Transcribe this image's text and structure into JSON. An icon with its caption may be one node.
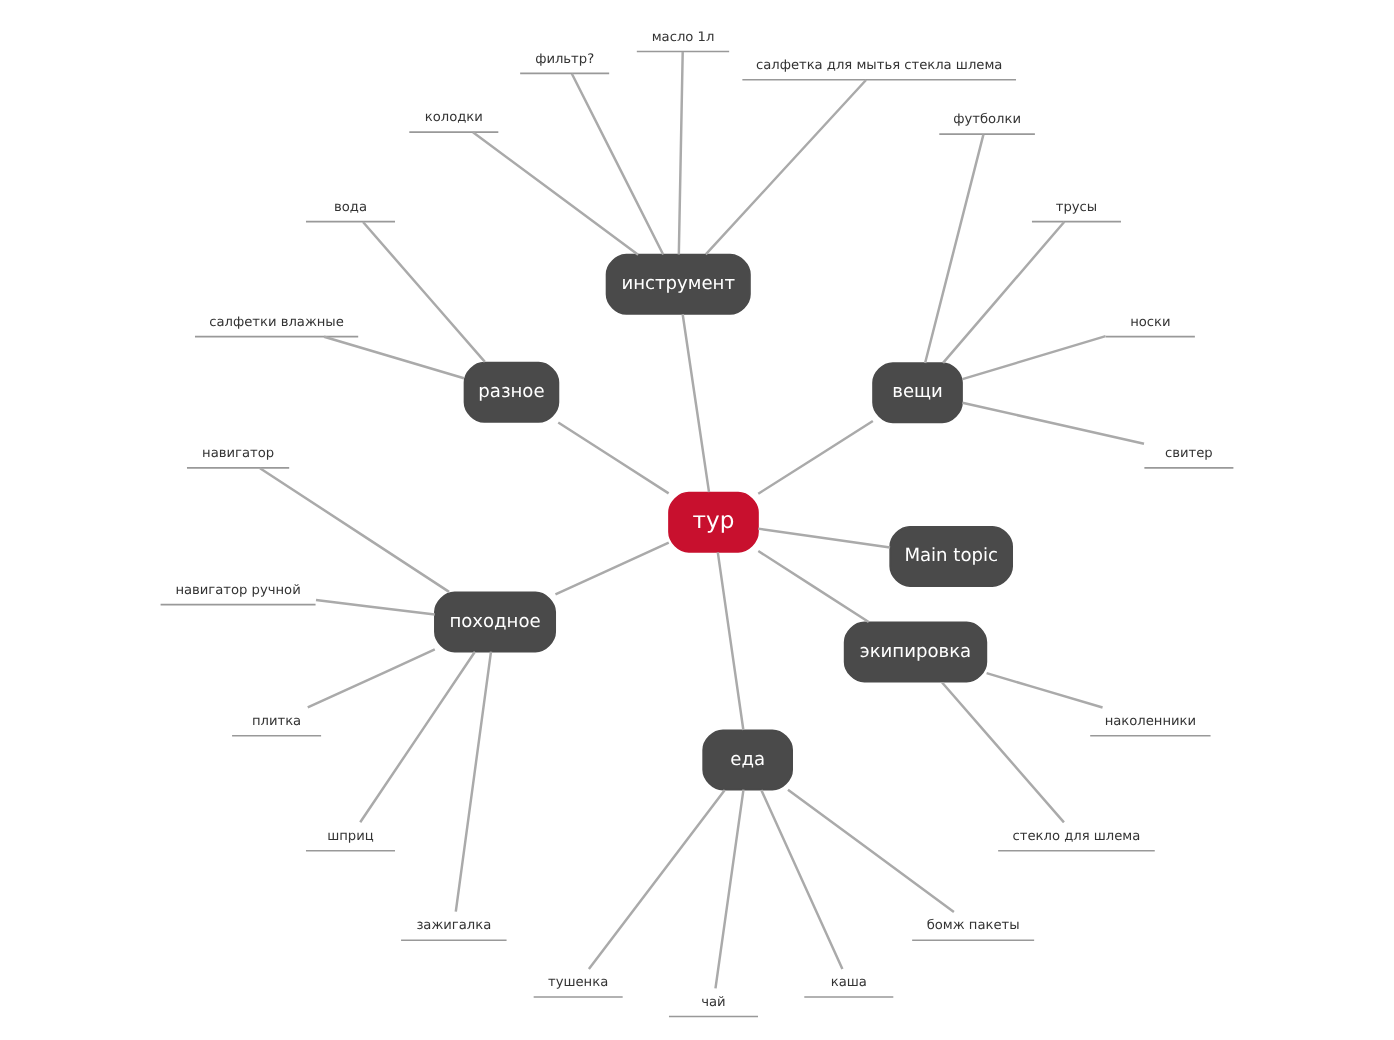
{
  "diagram": {
    "nodes": [
      {
        "text": [
          "тур"
        ]
      },
      {
        "text": [
          "вещи"
        ]
      },
      {
        "text": [
          "свитер"
        ]
      },
      {
        "text": [
          "носки"
        ]
      },
      {
        "text": [
          "трусы"
        ]
      },
      {
        "text": [
          "футболки"
        ]
      },
      {
        "text": [
          "инструмент"
        ]
      },
      {
        "text": [
          "салфетка для мытья стекла шлема"
        ]
      },
      {
        "text": [
          "масло 1л"
        ]
      },
      {
        "text": [
          "фильтр?"
        ]
      },
      {
        "text": [
          "колодки"
        ]
      },
      {
        "text": [
          "разное"
        ]
      },
      {
        "text": [
          "вода"
        ]
      },
      {
        "text": [
          "салфетки влажные"
        ]
      },
      {
        "text": [
          "походное"
        ]
      },
      {
        "text": [
          "навигатор"
        ]
      },
      {
        "text": [
          "навигатор ручной"
        ]
      },
      {
        "text": [
          "плитка"
        ]
      },
      {
        "text": [
          "шприц"
        ]
      },
      {
        "text": [
          "зажигалка"
        ]
      },
      {
        "text": [
          "еда"
        ]
      },
      {
        "text": [
          "тушенка"
        ]
      },
      {
        "text": [
          "чай"
        ]
      },
      {
        "text": [
          "каша"
        ]
      },
      {
        "text": [
          "бомж пакеты"
        ]
      },
      {
        "text": [
          "экипировка"
        ]
      },
      {
        "text": [
          "стекло для шлема"
        ]
      },
      {
        "text": [
          "наколенники"
        ]
      },
      {
        "text": [
          "Main topic"
        ]
      }
    ],
    "edges": [
      {
        "from": 0,
        "to": 1,
        "arrow": "none"
      },
      {
        "from": 1,
        "to": 2,
        "arrow": "none"
      },
      {
        "from": 1,
        "to": 3,
        "arrow": "none"
      },
      {
        "from": 1,
        "to": 4,
        "arrow": "none"
      },
      {
        "from": 1,
        "to": 5,
        "arrow": "none"
      },
      {
        "from": 0,
        "to": 6,
        "arrow": "none"
      },
      {
        "from": 6,
        "to": 7,
        "arrow": "none"
      },
      {
        "from": 6,
        "to": 8,
        "arrow": "none"
      },
      {
        "from": 6,
        "to": 9,
        "arrow": "none"
      },
      {
        "from": 6,
        "to": 10,
        "arrow": "none"
      },
      {
        "from": 0,
        "to": 11,
        "arrow": "none"
      },
      {
        "from": 11,
        "to": 12,
        "arrow": "none"
      },
      {
        "from": 11,
        "to": 13,
        "arrow": "none"
      },
      {
        "from": 0,
        "to": 14,
        "arrow": "none"
      },
      {
        "from": 14,
        "to": 15,
        "arrow": "none"
      },
      {
        "from": 14,
        "to": 16,
        "arrow": "none"
      },
      {
        "from": 14,
        "to": 17,
        "arrow": "none"
      },
      {
        "from": 14,
        "to": 18,
        "arrow": "none"
      },
      {
        "from": 14,
        "to": 19,
        "arrow": "none"
      },
      {
        "from": 0,
        "to": 20,
        "arrow": "none"
      },
      {
        "from": 20,
        "to": 21,
        "arrow": "none"
      },
      {
        "from": 20,
        "to": 22,
        "arrow": "none"
      },
      {
        "from": 20,
        "to": 23,
        "arrow": "none"
      },
      {
        "from": 20,
        "to": 24,
        "arrow": "none"
      },
      {
        "from": 0,
        "to": 25,
        "arrow": "none"
      },
      {
        "from": 25,
        "to": 26,
        "arrow": "none"
      },
      {
        "from": 25,
        "to": 27,
        "arrow": "none"
      },
      {
        "from": 0,
        "to": 28,
        "arrow": "none"
      }
    ]
  }
}
